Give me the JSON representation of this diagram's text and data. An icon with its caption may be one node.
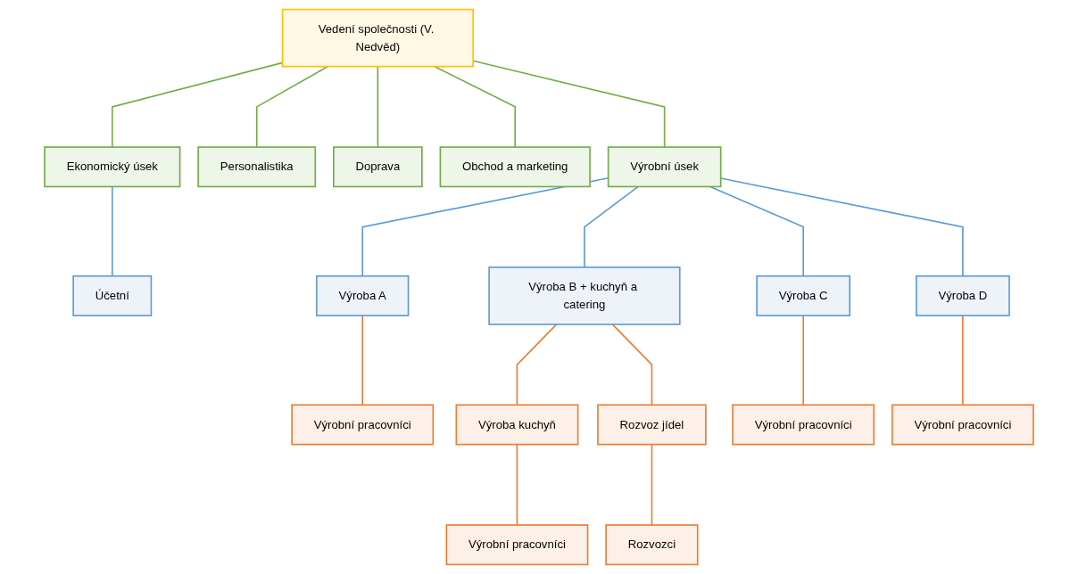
{
  "diagram": {
    "nodes": [
      {
        "text": [
          "Vedení společnosti (V. Nedvěd)"
        ]
      },
      {
        "text": [
          "Ekonomický úsek"
        ]
      },
      {
        "text": [
          "Personalistika"
        ]
      },
      {
        "text": [
          "Doprava"
        ]
      },
      {
        "text": [
          "Obchod a marketing"
        ]
      },
      {
        "text": [
          "Výrobní úsek"
        ]
      },
      {
        "text": [
          "Účetní"
        ]
      },
      {
        "text": [
          "Výroba A"
        ]
      },
      {
        "text": [
          "Výroba B + kuchyň a catering"
        ]
      },
      {
        "text": [
          "Výroba C"
        ]
      },
      {
        "text": [
          "Výroba D"
        ]
      },
      {
        "text": [
          "Výrobní pracovníci"
        ]
      },
      {
        "text": [
          "Výroba kuchyň"
        ]
      },
      {
        "text": [
          "Rozvoz jídel"
        ]
      },
      {
        "text": [
          "Výrobní pracovníci"
        ]
      },
      {
        "text": [
          "Výrobní pracovníci"
        ]
      },
      {
        "text": [
          "Výrobní pracovníci"
        ]
      },
      {
        "text": [
          "Rozvozci"
        ]
      }
    ],
    "edges": [
      {
        "from": 0,
        "to": 1,
        "arrow": "none",
        "color": "#70ad47"
      },
      {
        "from": 0,
        "to": 2,
        "arrow": "none",
        "color": "#70ad47"
      },
      {
        "from": 0,
        "to": 3,
        "arrow": "none",
        "color": "#70ad47"
      },
      {
        "from": 0,
        "to": 4,
        "arrow": "none",
        "color": "#70ad47"
      },
      {
        "from": 0,
        "to": 5,
        "arrow": "none",
        "color": "#70ad47"
      },
      {
        "from": 1,
        "to": 6,
        "arrow": "none",
        "color": "#5b9bd5"
      },
      {
        "from": 5,
        "to": 7,
        "arrow": "none",
        "color": "#5b9bd5"
      },
      {
        "from": 5,
        "to": 8,
        "arrow": "none",
        "color": "#5b9bd5"
      },
      {
        "from": 5,
        "to": 9,
        "arrow": "none",
        "color": "#5b9bd5"
      },
      {
        "from": 5,
        "to": 10,
        "arrow": "none",
        "color": "#5b9bd5"
      },
      {
        "from": 7,
        "to": 11,
        "arrow": "none"
      },
      {
        "from": 8,
        "to": 12,
        "arrow": "none"
      },
      {
        "from": 8,
        "to": 13,
        "arrow": "none"
      },
      {
        "from": 9,
        "to": 14,
        "arrow": "none"
      },
      {
        "from": 10,
        "to": 15,
        "arrow": "none"
      },
      {
        "from": 12,
        "to": 16,
        "arrow": "none"
      },
      {
        "from": 13,
        "to": 17,
        "arrow": "none"
      }
    ]
  }
}
